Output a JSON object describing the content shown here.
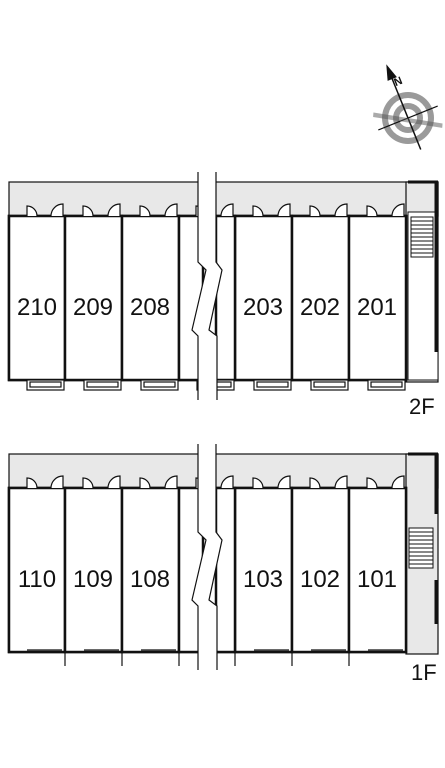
{
  "compass": {
    "north_label": "N"
  },
  "colors": {
    "corridor": "#e8e8e8",
    "wall": "#111111",
    "background": "#ffffff"
  },
  "floors": [
    {
      "id": "2F",
      "label": "2F",
      "left_units": [
        "210",
        "209",
        "208"
      ],
      "right_units": [
        "203",
        "202",
        "201"
      ]
    },
    {
      "id": "1F",
      "label": "1F",
      "left_units": [
        "110",
        "109",
        "108"
      ],
      "right_units": [
        "103",
        "102",
        "101"
      ]
    }
  ]
}
